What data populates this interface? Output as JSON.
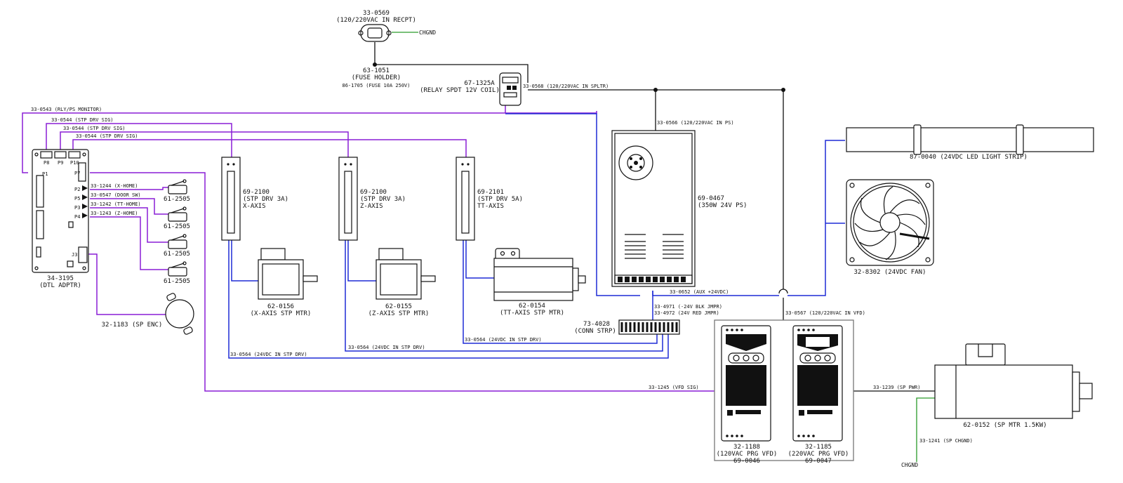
{
  "components": {
    "recept": {
      "part": "33-0569",
      "desc": "(120/220VAC IN RECPT)",
      "gnd": "CHGND"
    },
    "fuse": {
      "part": "63-1051",
      "desc": "(FUSE HOLDER)",
      "fuse_note": "86-1705 (FUSE 10A 250V)"
    },
    "relay": {
      "part": "67-1325A",
      "desc": "(RELAY SPDT 12V COIL)"
    },
    "dtl": {
      "part": "34-3195",
      "desc": "(DTL ADPTR)",
      "p8": "P8",
      "p9": "P9",
      "p10": "P10",
      "p1": "P1",
      "p7": "P7",
      "p2": "P2",
      "p5": "P5",
      "p3": "P3",
      "p4": "P4",
      "j3": "J3"
    },
    "switches": [
      "61-2505",
      "61-2505",
      "61-2505",
      "61-2505"
    ],
    "encoder": {
      "label": "32-1183 (SP ENC)"
    },
    "drv_x": {
      "part": "69-2100",
      "desc": "(STP DRV 3A)",
      "axis": "X-AXIS"
    },
    "drv_z": {
      "part": "69-2100",
      "desc": "(STP DRV 3A)",
      "axis": "Z-AXIS"
    },
    "drv_tt": {
      "part": "69-2101",
      "desc": "(STP DRV 5A)",
      "axis": "TT-AXIS"
    },
    "mtr_x": {
      "part": "62-0156",
      "desc": "(X-AXIS STP MTR)"
    },
    "mtr_z": {
      "part": "62-0155",
      "desc": "(Z-AXIS STP MTR)"
    },
    "mtr_tt": {
      "part": "62-0154",
      "desc": "(TT-AXIS STP MTR)"
    },
    "ps": {
      "part": "69-0467",
      "desc": "(350W 24V PS)"
    },
    "led": {
      "label": "87-0040 (24VDC LED LIGHT STRIP)"
    },
    "fan": {
      "label": "32-8302 (24VDC FAN)"
    },
    "conn": {
      "part": "73-4028",
      "desc": "(CONN STRP)"
    },
    "vfd1": {
      "part": "32-1188",
      "desc": "(120VAC PRG VFD)",
      "part2": "69-0046"
    },
    "vfd2": {
      "part": "32-1185",
      "desc": "(220VAC PRG VFD)",
      "part2": "69-0047"
    },
    "spmtr": {
      "label": "62-0152 (SP MTR 1.5KW)"
    },
    "chgnd2": "CHGND"
  },
  "wires": {
    "w0568": "33-0568 (120/220VAC IN SPLTR)",
    "w0543": "33-0543 (RLY/PS MONITOR)",
    "w0544a": "33-0544 (STP DRV SIG)",
    "w0544b": "33-0544 (STP DRV SIG)",
    "w0544c": "33-0544 (STP DRV SIG)",
    "w0566": "33-0566 (120/220VAC IN PS)",
    "w1244": "33-1244 (X-HOME)",
    "w0547": "33-0547 (DOOR SW)",
    "w1242": "33-1242 (TT-HOME)",
    "w1243": "33-1243 (Z-HOME)",
    "w0652": "33-0652 (AUX +24VDC)",
    "w4971": "33-4971 (-24V BLK JMPR)",
    "w4972": "33-4972 (24V RED JMPR)",
    "w0567": "33-0567 (120/220VAC IN VFD)",
    "w0564a": "33-0564 (24VDC IN STP DRV)",
    "w0564b": "33-0564 (24VDC IN STP DRV)",
    "w0564c": "33-0564 (24VDC IN STP DRV)",
    "w1245": "33-1245 (VFD SIG)",
    "w1239": "33-1239 (SP PWR)",
    "w1241": "33-1241 (SP CHGND)"
  },
  "colors": {
    "power_dc": "#1f2bd6",
    "signal": "#8a1fd6",
    "ac": "#111111",
    "ground": "#2a9a2a"
  }
}
